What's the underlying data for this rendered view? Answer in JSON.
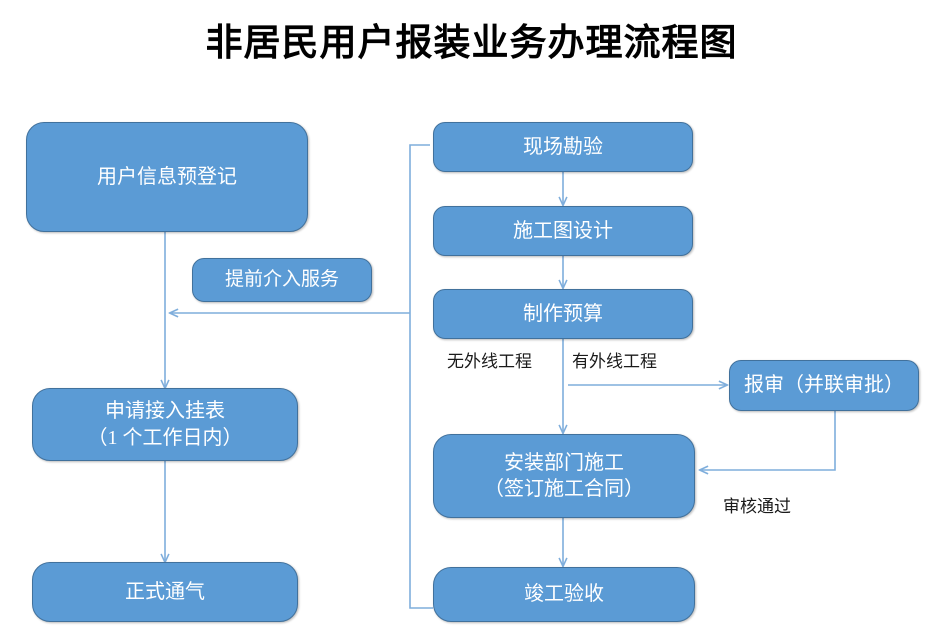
{
  "title": "非居民用户报装业务办理流程图",
  "colors": {
    "node_fill": "#5B9BD5",
    "node_border": "#41719C",
    "node_text": "#FFFFFF",
    "connector": "#7FAEDC",
    "label_text": "#1A1A1A",
    "background": "#FFFFFF"
  },
  "nodes": {
    "pre_register": "用户信息预登记",
    "early_service": "提前介入服务",
    "apply_meter": "申请接入挂表\n（1 个工作日内）",
    "formal_gas": "正式通气",
    "site_survey": "现场勘验",
    "drawing_design": "施工图设计",
    "budget": "制作预算",
    "review": "报审（并联审批）",
    "construction": "安装部门施工\n（签订施工合同）",
    "acceptance": "竣工验收"
  },
  "edge_labels": {
    "no_external": "无外线工程",
    "has_external": "有外线工程",
    "review_passed": "审核通过"
  },
  "flow": {
    "type": "flowchart",
    "edges": [
      {
        "from": "pre_register",
        "to": "apply_meter",
        "label": ""
      },
      {
        "from": "apply_meter",
        "to": "formal_gas",
        "label": ""
      },
      {
        "from": "site_survey",
        "to": "drawing_design",
        "label": ""
      },
      {
        "from": "drawing_design",
        "to": "budget",
        "label": ""
      },
      {
        "from": "budget",
        "to": "construction",
        "label": "无外线工程"
      },
      {
        "from": "budget",
        "to": "review",
        "label": "有外线工程"
      },
      {
        "from": "review",
        "to": "construction",
        "label": "审核通过"
      },
      {
        "from": "construction",
        "to": "acceptance",
        "label": ""
      },
      {
        "from": "acceptance",
        "to": "apply_meter",
        "label": ""
      }
    ]
  }
}
